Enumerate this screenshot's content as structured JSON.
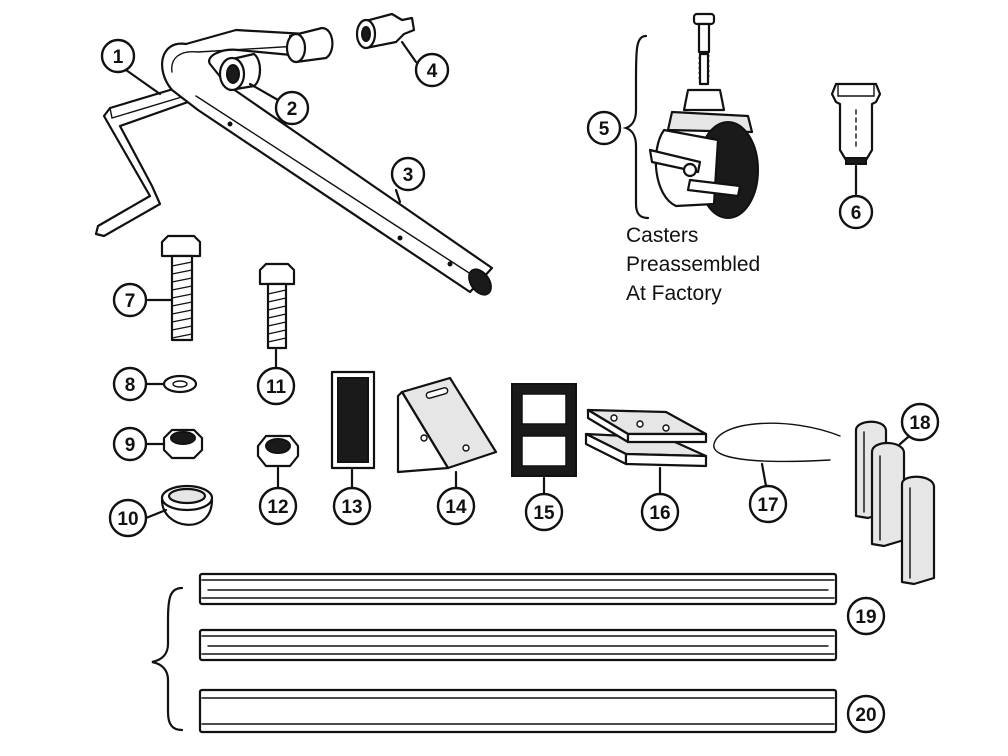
{
  "caption": {
    "lines": [
      "Casters",
      "Preassembled",
      "At Factory"
    ]
  },
  "callouts": [
    "1",
    "2",
    "3",
    "4",
    "5",
    "6",
    "7",
    "8",
    "9",
    "10",
    "11",
    "12",
    "13",
    "14",
    "15",
    "16",
    "17",
    "18",
    "19",
    "20"
  ]
}
